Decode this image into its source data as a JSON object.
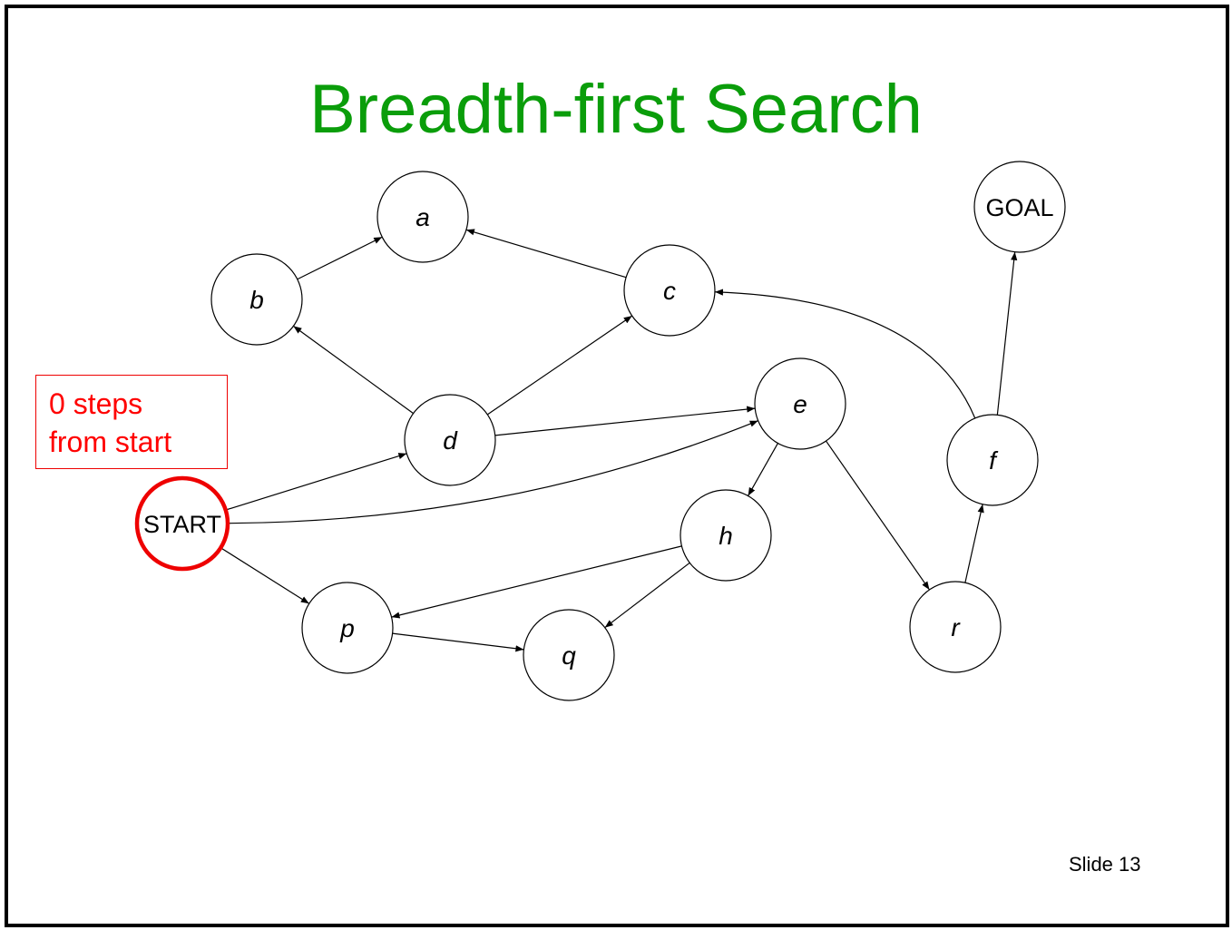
{
  "title": "Breadth-first Search",
  "note": {
    "line1": "0 steps",
    "line2": "from start"
  },
  "slide_number": "Slide 13",
  "colors": {
    "title": "#0a9d0a",
    "highlight": "#ee0000"
  },
  "nodes": [
    {
      "id": "a",
      "label": "a"
    },
    {
      "id": "b",
      "label": "b"
    },
    {
      "id": "c",
      "label": "c"
    },
    {
      "id": "d",
      "label": "d"
    },
    {
      "id": "e",
      "label": "e"
    },
    {
      "id": "f",
      "label": "f"
    },
    {
      "id": "goal",
      "label": "GOAL"
    },
    {
      "id": "start",
      "label": "START",
      "highlighted": true
    },
    {
      "id": "h",
      "label": "h"
    },
    {
      "id": "p",
      "label": "p"
    },
    {
      "id": "q",
      "label": "q"
    },
    {
      "id": "r",
      "label": "r"
    }
  ],
  "edges": [
    {
      "from": "b",
      "to": "a"
    },
    {
      "from": "c",
      "to": "a"
    },
    {
      "from": "d",
      "to": "b"
    },
    {
      "from": "d",
      "to": "c"
    },
    {
      "from": "d",
      "to": "e"
    },
    {
      "from": "start",
      "to": "d"
    },
    {
      "from": "start",
      "to": "e"
    },
    {
      "from": "start",
      "to": "p"
    },
    {
      "from": "e",
      "to": "h"
    },
    {
      "from": "e",
      "to": "r"
    },
    {
      "from": "h",
      "to": "p"
    },
    {
      "from": "h",
      "to": "q"
    },
    {
      "from": "p",
      "to": "q"
    },
    {
      "from": "r",
      "to": "f"
    },
    {
      "from": "f",
      "to": "goal"
    },
    {
      "from": "f",
      "to": "c"
    }
  ]
}
